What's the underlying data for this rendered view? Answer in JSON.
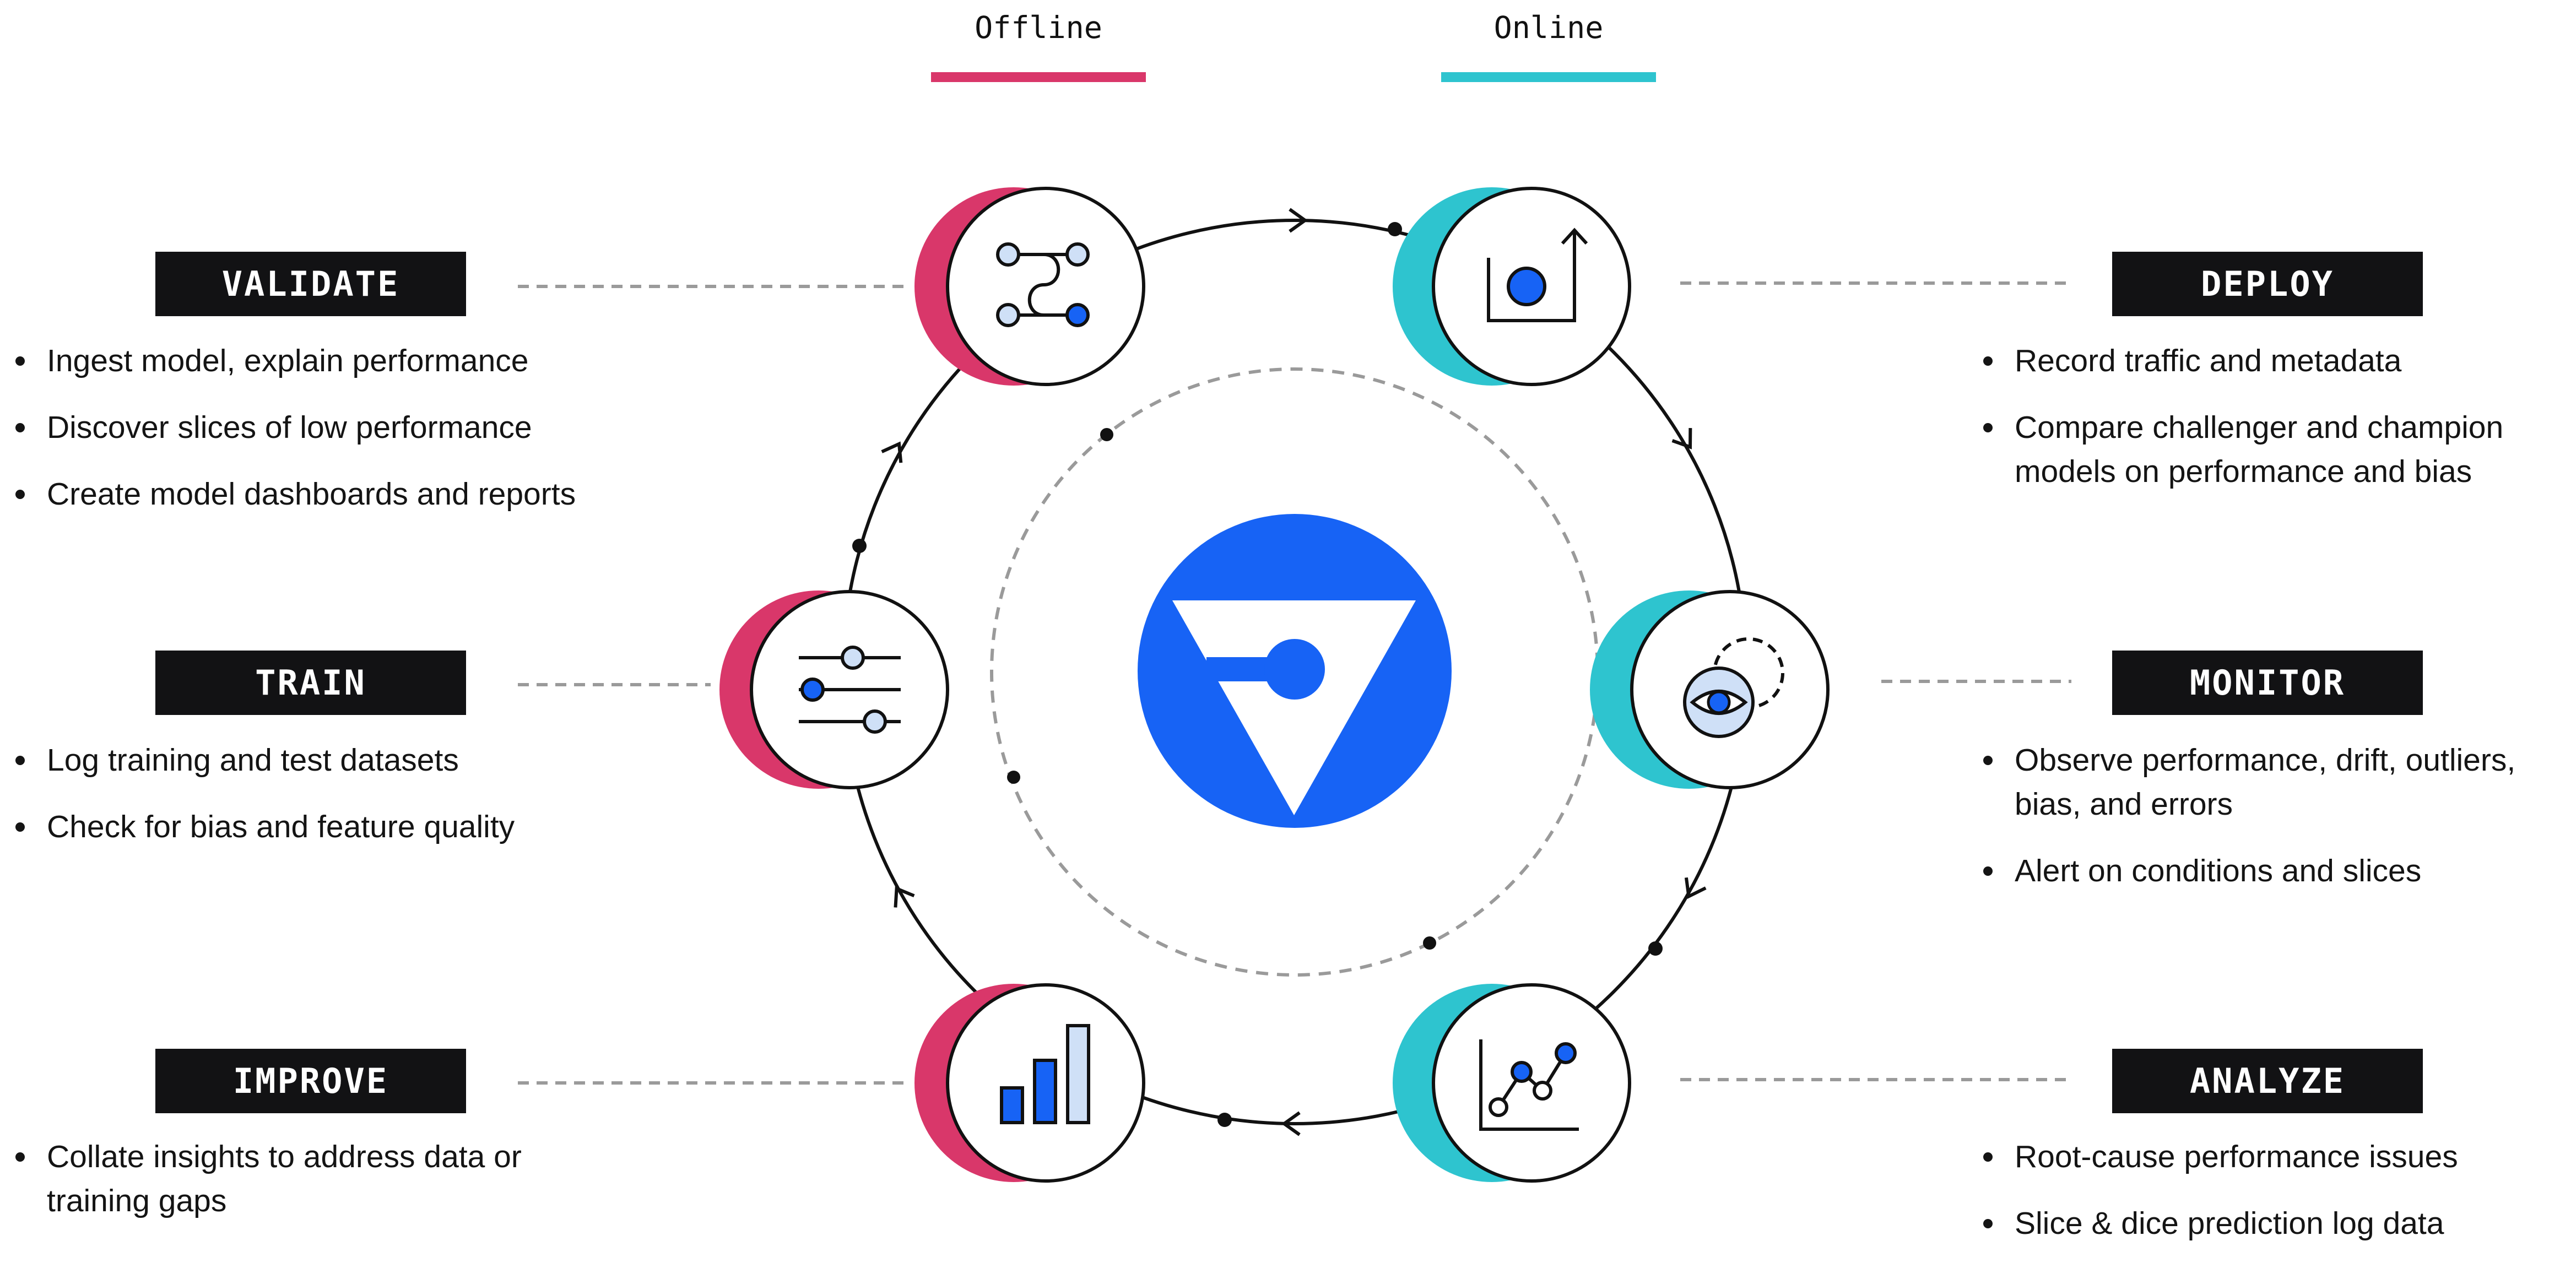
{
  "legend": {
    "offline_label": "Offline",
    "online_label": "Online",
    "offline_color": "#D9376A",
    "online_color": "#2EC4CF"
  },
  "colors": {
    "brand_blue": "#1763F5",
    "light_blue": "#CFE0F7",
    "label_bg": "#121214",
    "dash_gray": "#9A9A9A"
  },
  "center_logo": {
    "icon": "triangle-logo-icon"
  },
  "stages": {
    "validate": {
      "title": "VALIDATE",
      "phase": "offline",
      "icon": "workflow-path-icon",
      "bullets": [
        "Ingest model, explain performance",
        "Discover slices of low performance",
        "Create model dashboards and reports"
      ]
    },
    "train": {
      "title": "TRAIN",
      "phase": "offline",
      "icon": "sliders-icon",
      "bullets": [
        "Log training and test datasets",
        "Check for bias and feature quality"
      ]
    },
    "improve": {
      "title": "IMPROVE",
      "phase": "offline",
      "icon": "bar-chart-icon",
      "bullets": [
        "Collate insights to address data or training gaps"
      ]
    },
    "deploy": {
      "title": "DEPLOY",
      "phase": "online",
      "icon": "deploy-arrow-icon",
      "bullets": [
        "Record traffic and metadata",
        "Compare challenger and champion models on performance and bias"
      ]
    },
    "monitor": {
      "title": "MONITOR",
      "phase": "online",
      "icon": "eye-icon",
      "bullets": [
        "Observe performance, drift, outliers, bias, and errors",
        "Alert on conditions and slices"
      ]
    },
    "analyze": {
      "title": "ANALYZE",
      "phase": "online",
      "icon": "line-chart-icon",
      "bullets": [
        "Root-cause performance issues",
        "Slice & dice prediction log data"
      ]
    }
  }
}
